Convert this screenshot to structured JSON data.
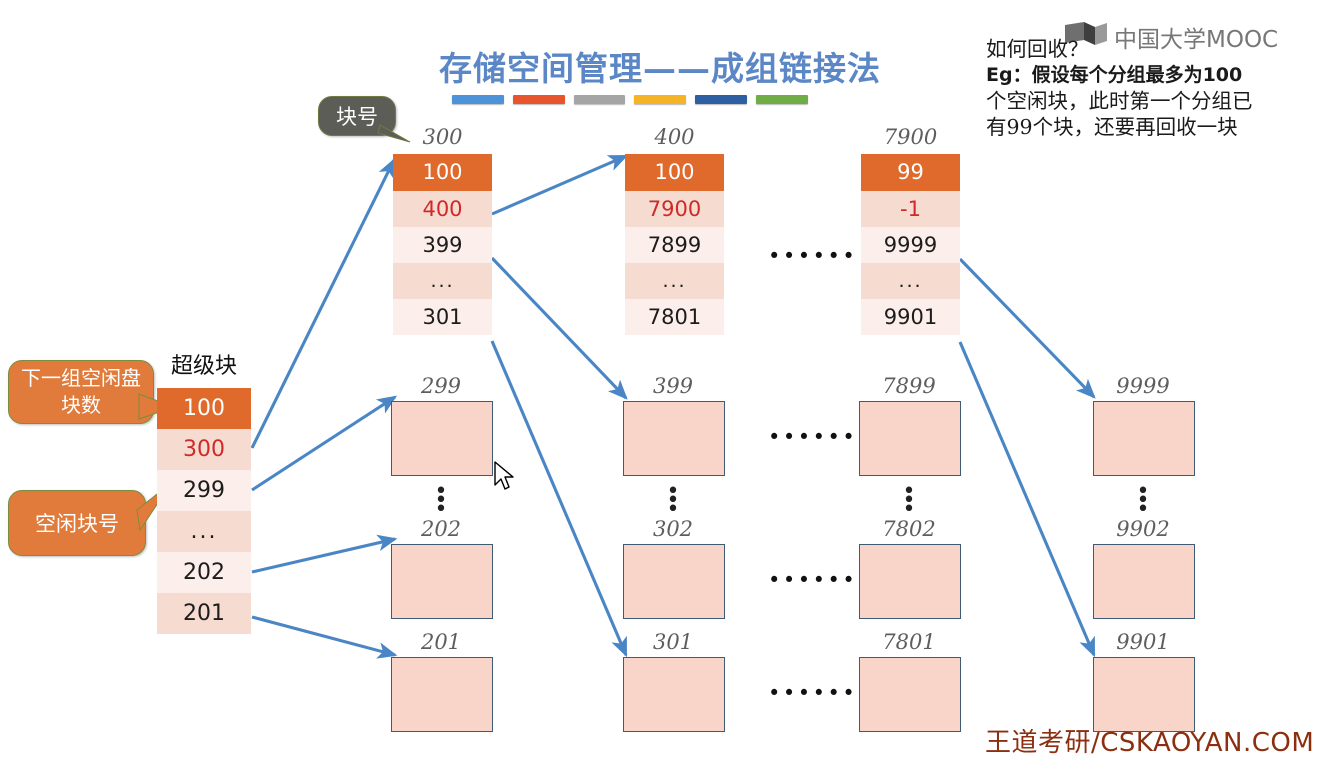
{
  "title": "存储空间管理——成组链接法",
  "title_bar_colors": [
    "#4d93d9",
    "#e8552d",
    "#a5a5a5",
    "#f5b426",
    "#2e5fa3",
    "#70ad47"
  ],
  "logo": {
    "text": "中国大学MOOC",
    "icon": "mooc-book-icon"
  },
  "note": {
    "line1": "如何回收？",
    "line2": "Eg：假设每个分组最多为100",
    "line3": "个空闲块，此时第一个分组已",
    "line4": "有99个块，还要再回收一块"
  },
  "callouts": {
    "block_number": "块号",
    "next_group_count": "下一组空闲盘块数",
    "free_block_number": "空闲块号"
  },
  "superblock": {
    "title": "超级块",
    "cells": [
      "100",
      "300",
      "299",
      "...",
      "202",
      "201"
    ]
  },
  "group_tables": [
    {
      "label": "300",
      "cells": [
        "100",
        "400",
        "399",
        "...",
        "301"
      ]
    },
    {
      "label": "400",
      "cells": [
        "100",
        "7900",
        "7899",
        "...",
        "7801"
      ]
    },
    {
      "label": "7900",
      "cells": [
        "99",
        "-1",
        "9999",
        "...",
        "9901"
      ]
    }
  ],
  "free_block_columns": [
    {
      "labels": [
        "299",
        "202",
        "201"
      ]
    },
    {
      "labels": [
        "399",
        "302",
        "301"
      ]
    },
    {
      "labels": [
        "7899",
        "7802",
        "7801"
      ]
    },
    {
      "labels": [
        "9999",
        "9902",
        "9901"
      ]
    }
  ],
  "ellipsis_horizontal": "••••••",
  "ellipsis_cell": "...",
  "watermark": "王道考研/CSKAOYAN.COM",
  "colors": {
    "title": "#5c87c6",
    "header_cell": "#e06a2b",
    "cell_shade_a": "#f6dbd1",
    "cell_shade_b": "#fceeea",
    "red_value": "#cf2a27",
    "arrow": "#4a86c5",
    "free_box_fill": "#f8d5c8",
    "free_box_border": "#3f5c77",
    "callout_orange": "#e07b3c",
    "callout_gray": "#5d5d58",
    "watermark": "#8b2f10"
  }
}
